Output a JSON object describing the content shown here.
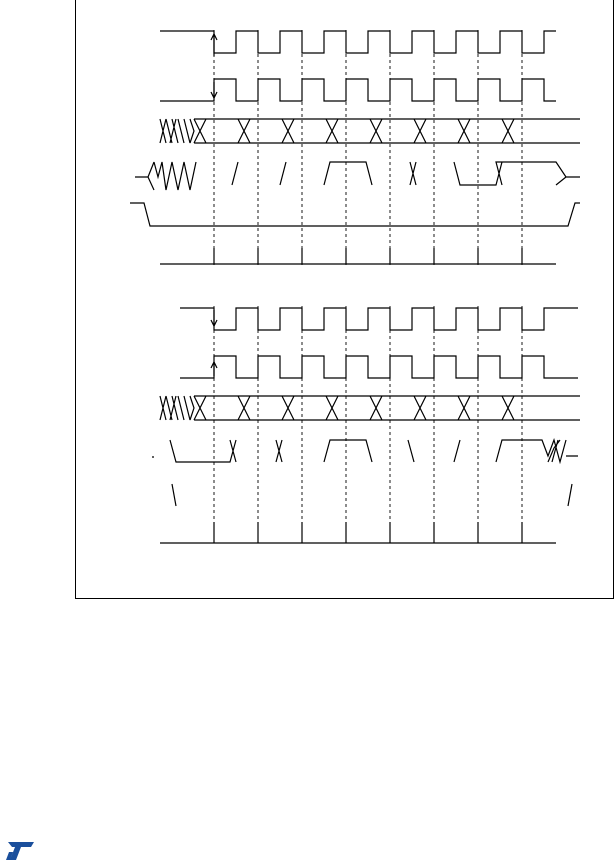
{
  "colors": {
    "ink": "#000000",
    "paper": "#ffffff",
    "logo": "#1a4f9c"
  },
  "logo": {
    "name": "st-logo-icon",
    "text": "ST"
  },
  "diagram": {
    "clock_edges": [
      214,
      258,
      302,
      346,
      390,
      434,
      478,
      522
    ],
    "timing_1": {
      "clock_start": 190,
      "clock_end": 556,
      "high": 31,
      "low": 53,
      "period": 44
    },
    "timing_2": {
      "clock_start": 190,
      "clock_end": 578,
      "high": 308,
      "low": 330,
      "period": 44
    }
  }
}
